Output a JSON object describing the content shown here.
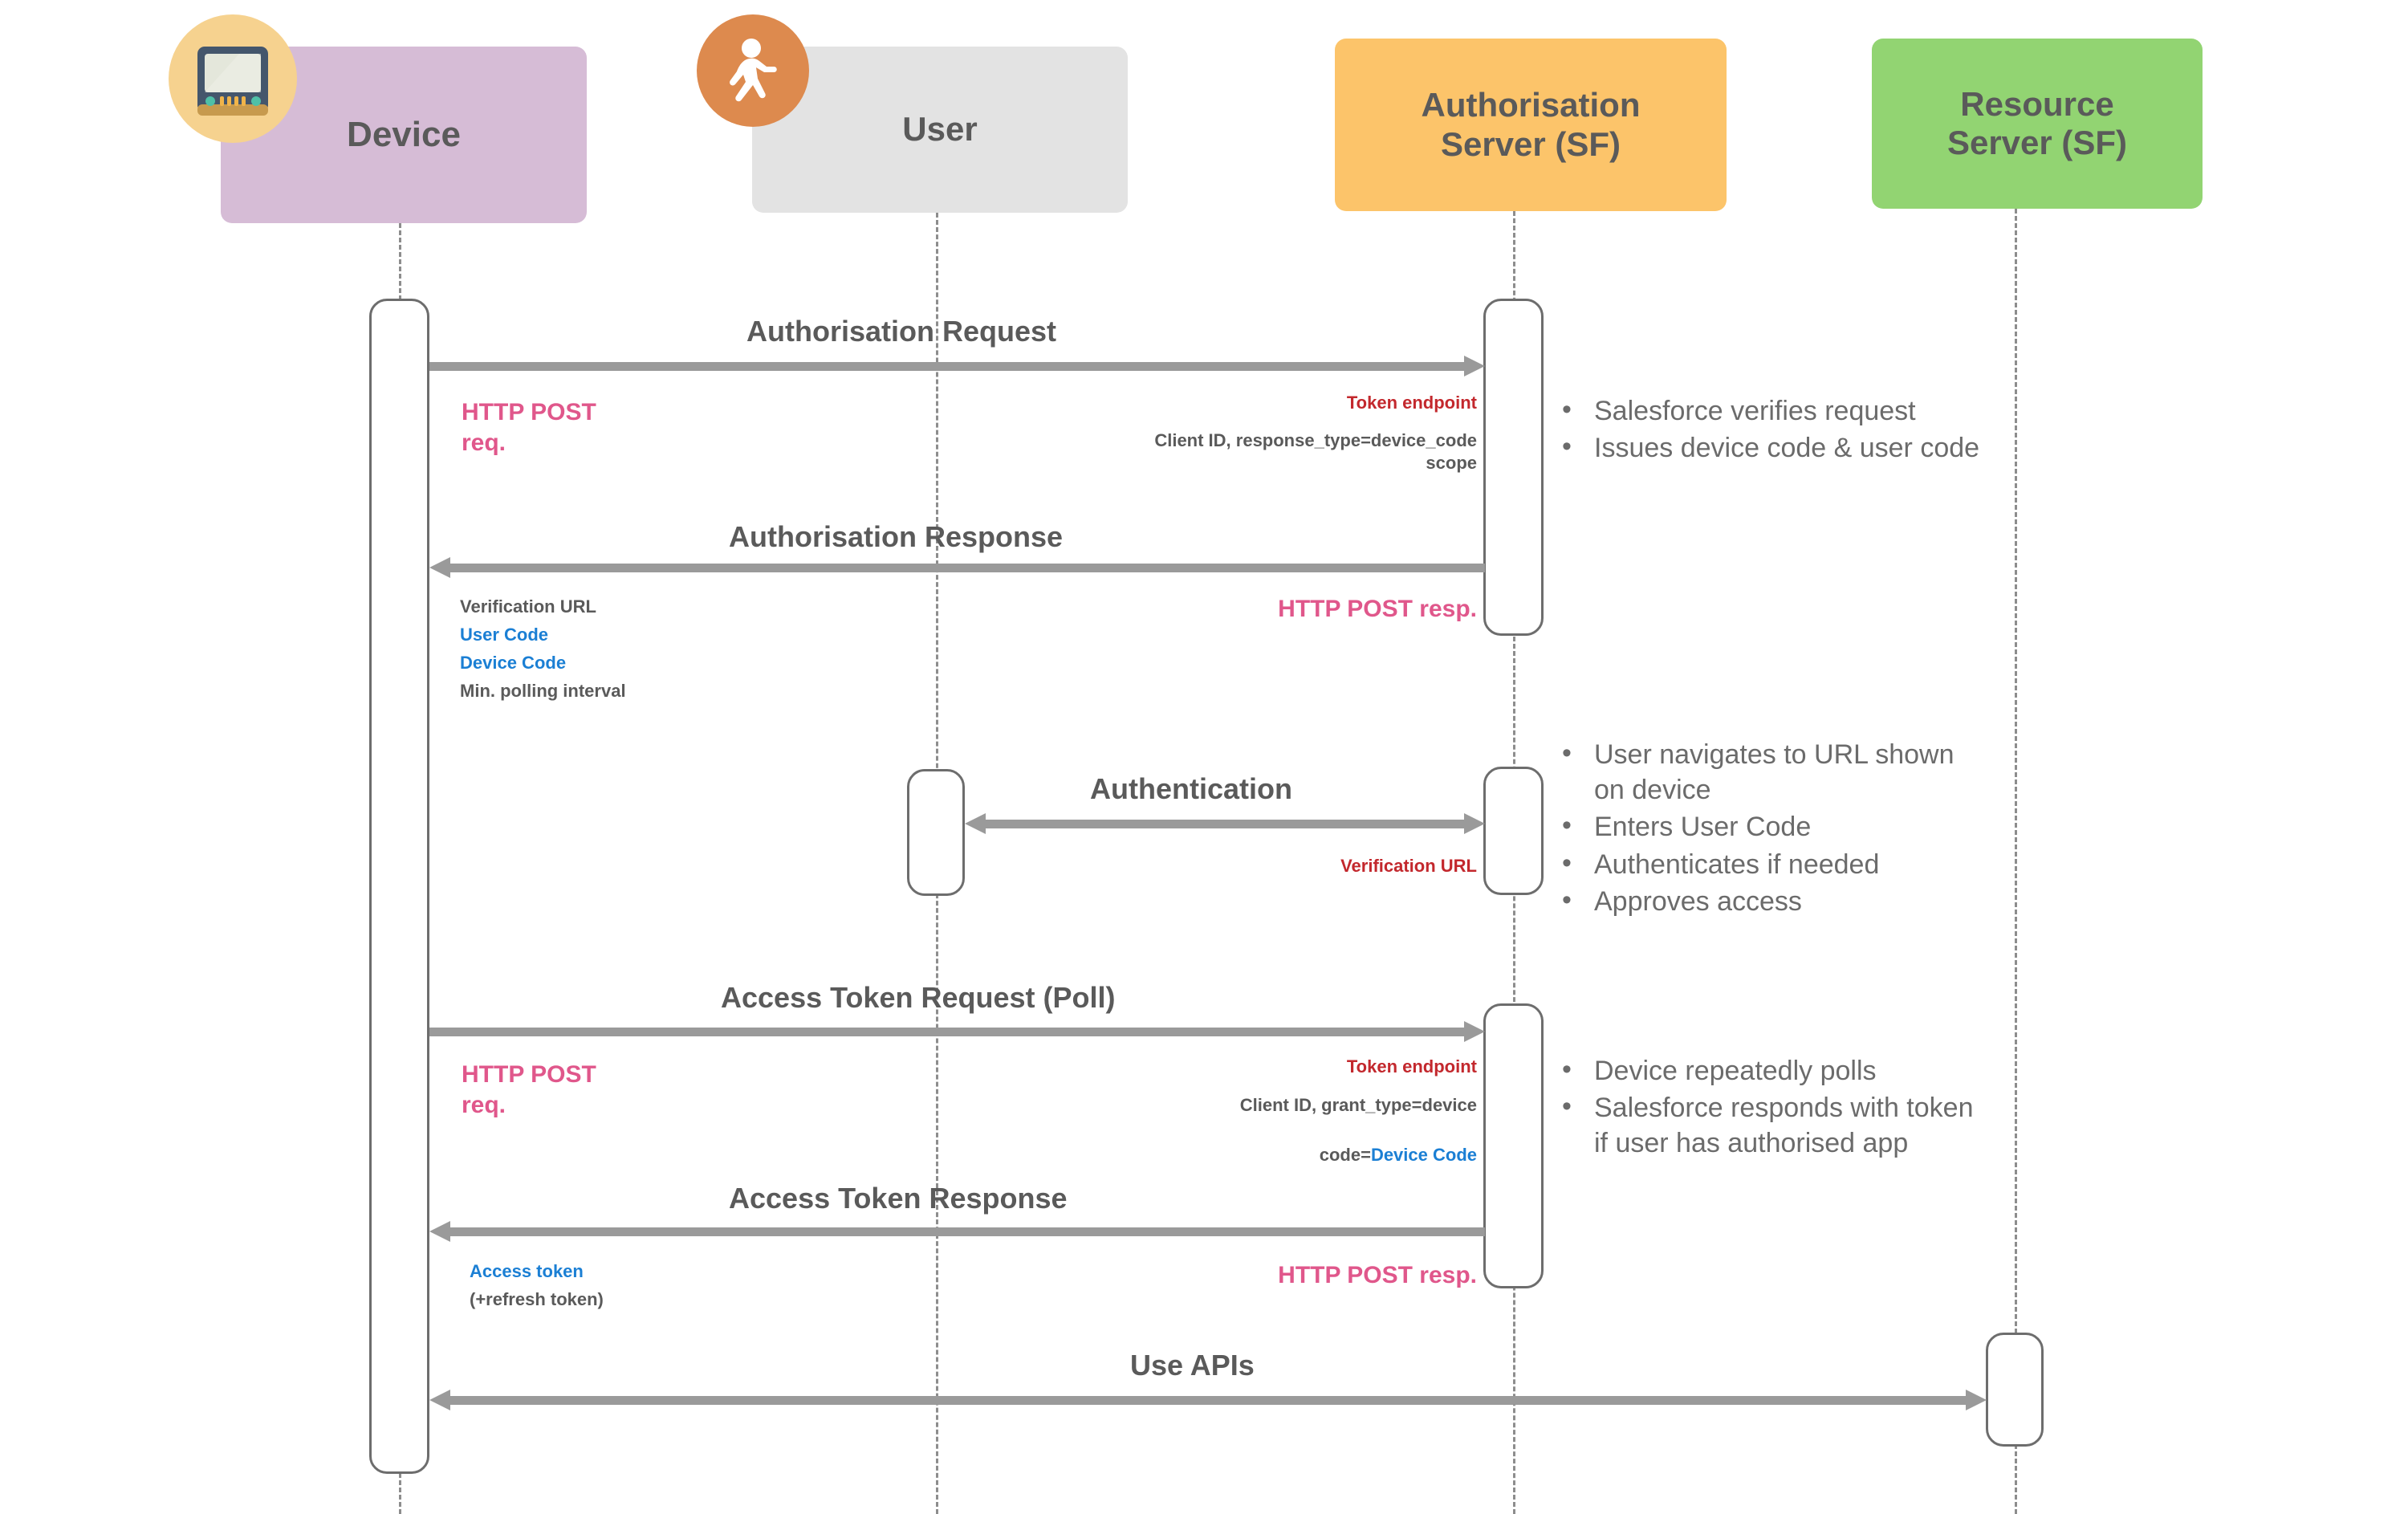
{
  "diagram": {
    "title": "OAuth 2.0 Device Flow (Salesforce) Sequence Diagram",
    "colors": {
      "device_box": "#d6bcd6",
      "user_box": "#e3e3e3",
      "auth_box": "#fcc46a",
      "resource_box": "#92d472",
      "arrow": "#9a9a9a",
      "text": "#5a5a5a",
      "pink": "#e0578b",
      "crimson": "#c3282d",
      "blue": "#1b7fd4",
      "device_icon_bg": "#f6d28f",
      "user_icon_bg": "#dd8a4e"
    }
  },
  "participants": [
    {
      "id": "device",
      "label": "Device",
      "icon": "device-monitor-icon"
    },
    {
      "id": "user",
      "label": "User",
      "icon": "walking-person-icon"
    },
    {
      "id": "auth",
      "label": "Authorisation\nServer (SF)",
      "icon": ""
    },
    {
      "id": "resource",
      "label": "Resource\nServer (SF)",
      "icon": ""
    }
  ],
  "messages": [
    {
      "id": "authorisation-request",
      "label": "Authorisation Request"
    },
    {
      "id": "authorisation-response",
      "label": "Authorisation Response"
    },
    {
      "id": "authentication",
      "label": "Authentication"
    },
    {
      "id": "access-token-request",
      "label": "Access Token Request (Poll)"
    },
    {
      "id": "access-token-response",
      "label": "Access Token Response"
    },
    {
      "id": "use-apis",
      "label": "Use APIs"
    }
  ],
  "notes": {
    "http_post_req_1": "HTTP POST\nreq.",
    "token_endpoint_1": "Token endpoint",
    "request_params_1": "Client ID, response_type=device_code\nscope",
    "http_post_resp_1": "HTTP POST resp.",
    "response_verification_url": "Verification URL",
    "response_user_code": "User Code",
    "response_device_code": "Device Code",
    "response_polling_interval": "Min. polling interval",
    "verification_url_note": "Verification URL",
    "http_post_req_2": "HTTP POST\nreq.",
    "token_endpoint_2": "Token endpoint",
    "request_params_2_line1": "Client ID, grant_type=device",
    "request_params_2_line2_prefix": "code=",
    "request_params_2_line2_code": "Device Code",
    "http_post_resp_2": "HTTP POST resp.",
    "access_token": "Access token",
    "refresh_token": "(+refresh token)"
  },
  "bullet_groups": [
    {
      "id": "auth-server-verify-notes",
      "items": [
        "Salesforce verifies request",
        "Issues device code & user code"
      ]
    },
    {
      "id": "user-auth-notes",
      "items": [
        "User navigates to URL shown on device",
        "Enters User Code",
        "Authenticates if needed",
        "Approves access"
      ]
    },
    {
      "id": "polling-notes",
      "items": [
        "Device repeatedly polls",
        "Salesforce responds with token if user has authorised app"
      ]
    }
  ]
}
